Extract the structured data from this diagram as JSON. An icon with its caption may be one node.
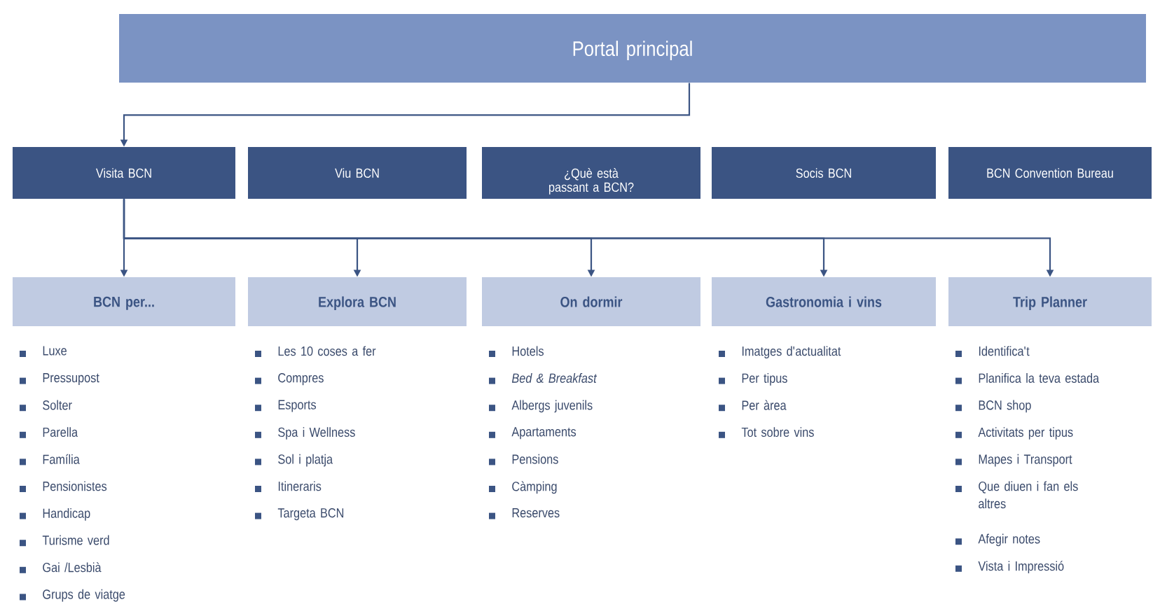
{
  "diagram": {
    "nodes": [
      {
        "text": [
          "Portal principal"
        ]
      },
      {
        "text": [
          "Visita BCN"
        ]
      },
      {
        "text": [
          "Viu BCN"
        ]
      },
      {
        "text": [
          "¿Què està passant a BCN?"
        ]
      },
      {
        "text": [
          "Socis BCN"
        ]
      },
      {
        "text": [
          "BCN Convention Bureau"
        ]
      },
      {
        "text": [
          "BCN per..."
        ],
        "beside": [
          "Luxe",
          "Pressupost",
          "Solter",
          "Parella",
          "Família",
          "Pensionistes",
          "Handicap",
          "Turisme verd",
          "Gai /Lesbià",
          "Grups de viatge"
        ]
      },
      {
        "text": [
          "Explora BCN"
        ],
        "beside": [
          "Les 10 coses a fer",
          "Compres",
          "Esports",
          "Spa i Wellness",
          "Sol i platja",
          "Itineraris",
          "Targeta BCN"
        ]
      },
      {
        "text": [
          "On dormir"
        ],
        "beside": [
          "Hotels",
          "*Bed & Breakfast*",
          "Albergs juvenils",
          "Apartaments",
          "Pensions",
          "Càmping",
          "Reserves"
        ]
      },
      {
        "text": [
          "Gastronomia i vins"
        ],
        "beside": [
          "Imatges d'actualitat",
          "Per tipus",
          "Per àrea",
          "Tot sobre vins"
        ]
      },
      {
        "text": [
          "Trip Planner"
        ],
        "beside": [
          "Identifica't",
          "Planifica la teva estada",
          "BCN shop",
          "Activitats per tipus",
          "Mapes i Transport",
          "Que diuen i fan els altres",
          "Afegir notes",
          "Vista i Impressió"
        ]
      }
    ],
    "edges": [
      {
        "from": 0,
        "to": 1,
        "arrow": "to"
      },
      {
        "from": 1,
        "to": 6,
        "arrow": "to"
      },
      {
        "from": 1,
        "to": 7,
        "arrow": "to"
      },
      {
        "from": 1,
        "to": 8,
        "arrow": "to"
      },
      {
        "from": 1,
        "to": 9,
        "arrow": "to"
      },
      {
        "from": 1,
        "to": 10,
        "arrow": "to"
      }
    ]
  }
}
